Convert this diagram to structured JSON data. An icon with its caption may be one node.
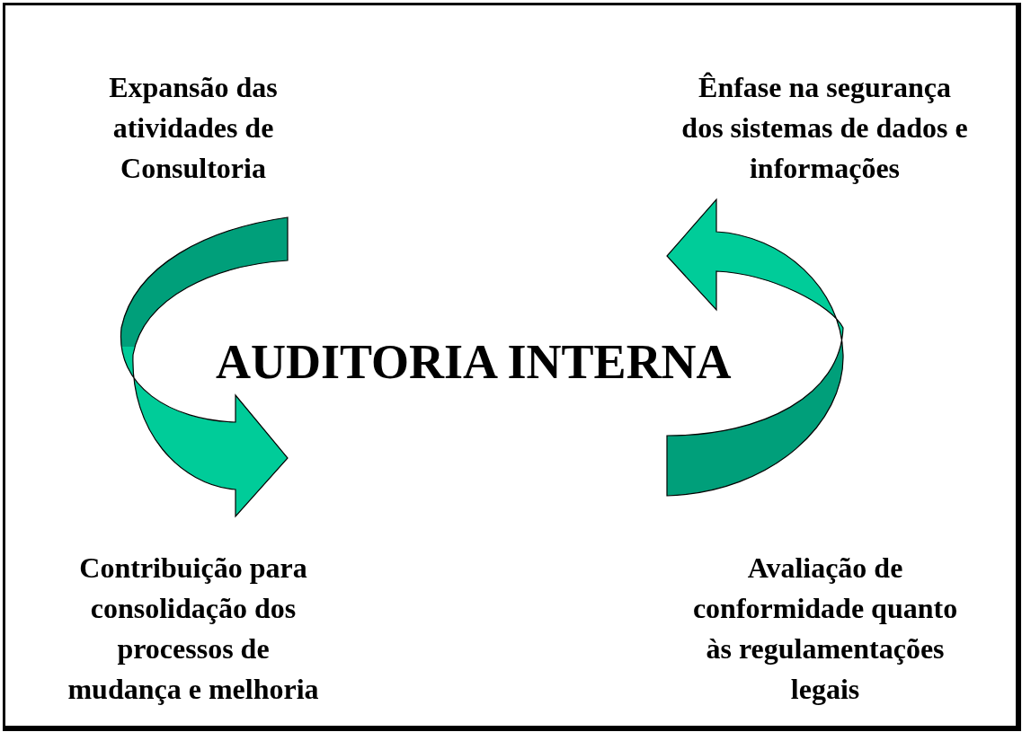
{
  "diagram": {
    "nodes": [
      {
        "text": [
          "Expansão das atividades de Consultoria"
        ]
      },
      {
        "text": [
          "Ênfase na segurança dos sistemas de dados e informações"
        ]
      },
      {
        "text": [
          "Contribuição para consolidação dos processos de mudança e melhoria"
        ]
      },
      {
        "text": [
          "Avaliação de conformidade quanto às regulamentações legais"
        ]
      }
    ],
    "edges": [
      {
        "from": 0,
        "to": 2,
        "arrow": "to"
      },
      {
        "from": 3,
        "to": 1,
        "arrow": "to"
      }
    ],
    "labels": [
      "AUDITORIA INTERNA"
    ]
  }
}
